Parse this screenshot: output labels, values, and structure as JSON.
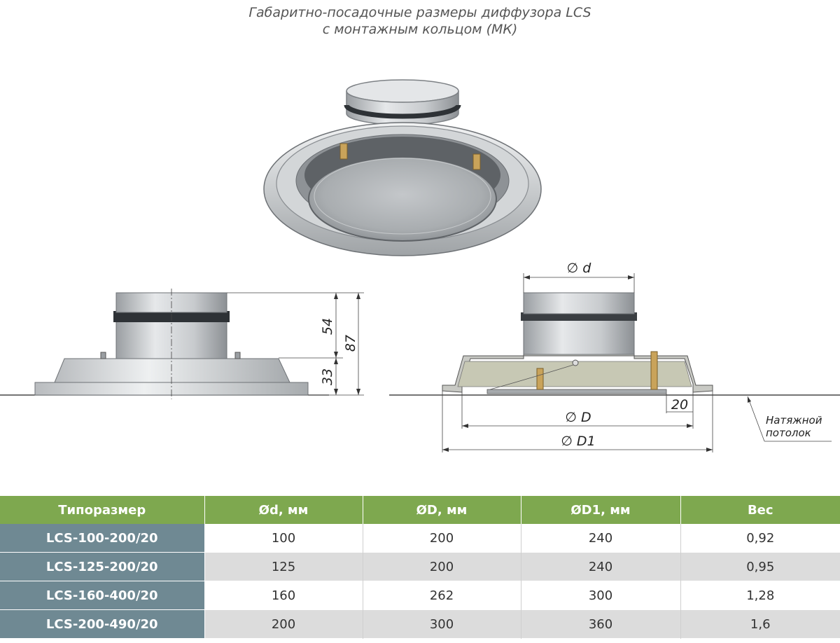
{
  "title": {
    "line1": "Габаритно-посадочные размеры диффузора LCS",
    "line2": "с монтажным кольцом (МК)"
  },
  "drawing": {
    "side_dims": {
      "upper": "54",
      "lower": "33",
      "total": "87"
    },
    "section_dims": {
      "d": "∅ d",
      "D": "∅ D",
      "D1": "∅ D1",
      "flange": "20"
    },
    "note": {
      "line1": "Натяжной",
      "line2": "потолок"
    }
  },
  "table": {
    "headers": [
      "Типоразмер",
      "Ød, мм",
      "ØD, мм",
      "ØD1, мм",
      "Вес"
    ],
    "rows": [
      [
        "LCS-100-200/20",
        "100",
        "200",
        "240",
        "0,92"
      ],
      [
        "LCS-125-200/20",
        "125",
        "200",
        "240",
        "0,95"
      ],
      [
        "LCS-160-400/20",
        "160",
        "262",
        "300",
        "1,28"
      ],
      [
        "LCS-200-490/20",
        "200",
        "300",
        "360",
        "1,6"
      ]
    ]
  },
  "colors": {
    "header_green": "#7ea84f",
    "rowhead_slate": "#6f8993",
    "stripe_gray": "#dcdcdc",
    "metal_light": "#d9dbdd",
    "metal_dark": "#8e9296"
  }
}
